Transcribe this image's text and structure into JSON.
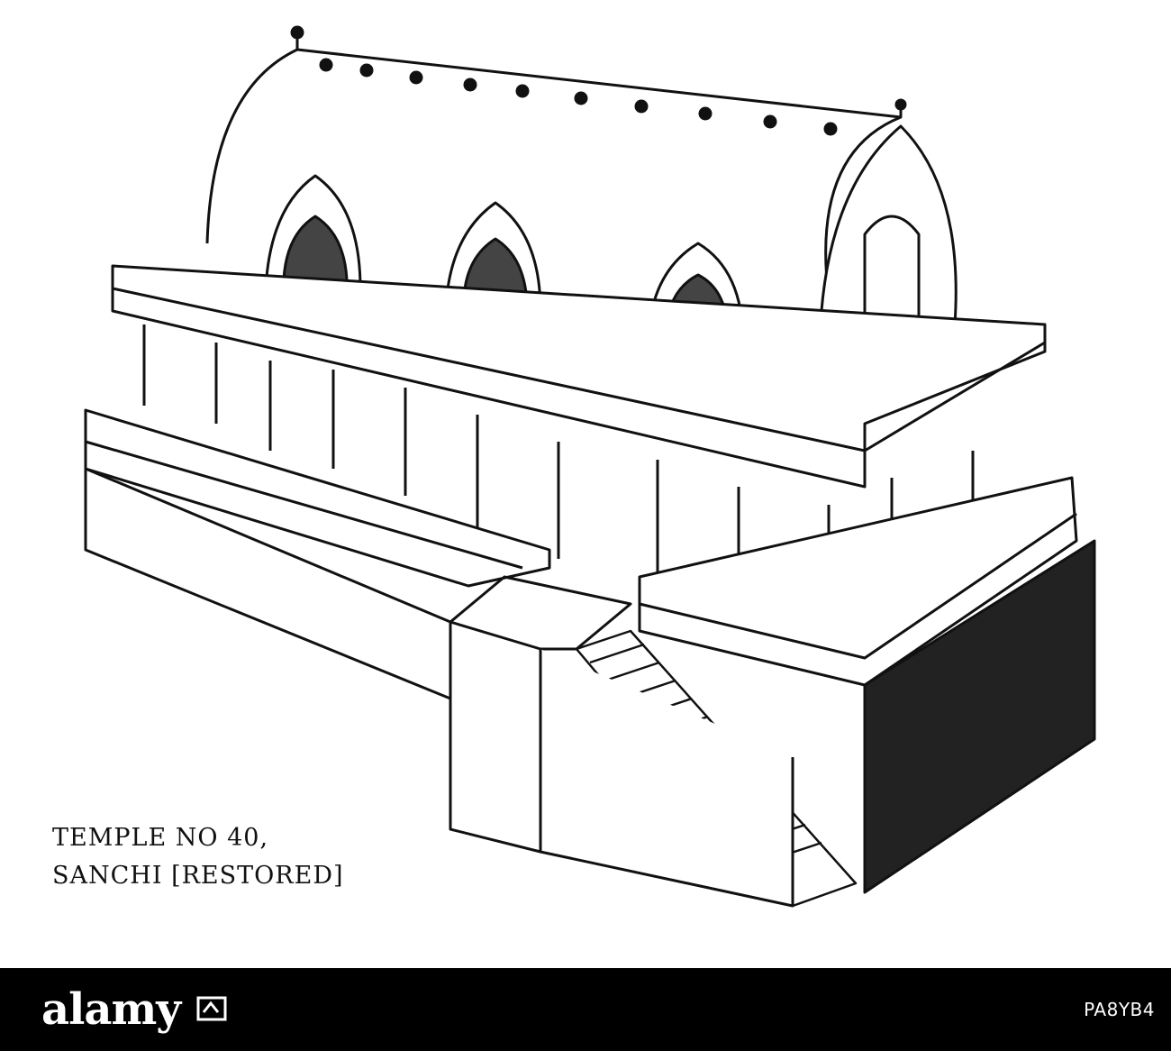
{
  "caption": {
    "line1": "TEMPLE NO 40,",
    "line2": "SANCHI [RESTORED]"
  },
  "watermark": {
    "brand": "alamy",
    "image_id": "PA8YB4"
  },
  "colors": {
    "ink": "#111111",
    "paper": "#ffffff",
    "footer": "#000000"
  }
}
